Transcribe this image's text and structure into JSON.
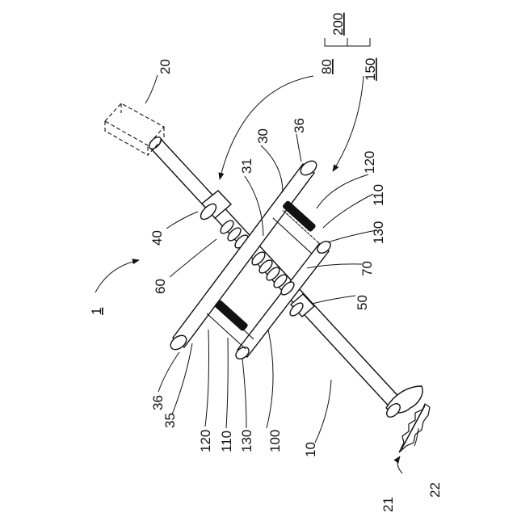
{
  "figure": {
    "labels": {
      "l1": "1",
      "l10": "10",
      "l20": "20",
      "l21": "21",
      "l22": "22",
      "l30": "30",
      "l31": "31",
      "l35": "35",
      "l36a": "36",
      "l36b": "36",
      "l40": "40",
      "l50": "50",
      "l60": "60",
      "l70": "70",
      "l80": "80",
      "l100": "100",
      "l110a": "110",
      "l110b": "110",
      "l120a": "120",
      "l120b": "120",
      "l130a": "130",
      "l130b": "130",
      "l150": "150",
      "l200": "200"
    }
  }
}
